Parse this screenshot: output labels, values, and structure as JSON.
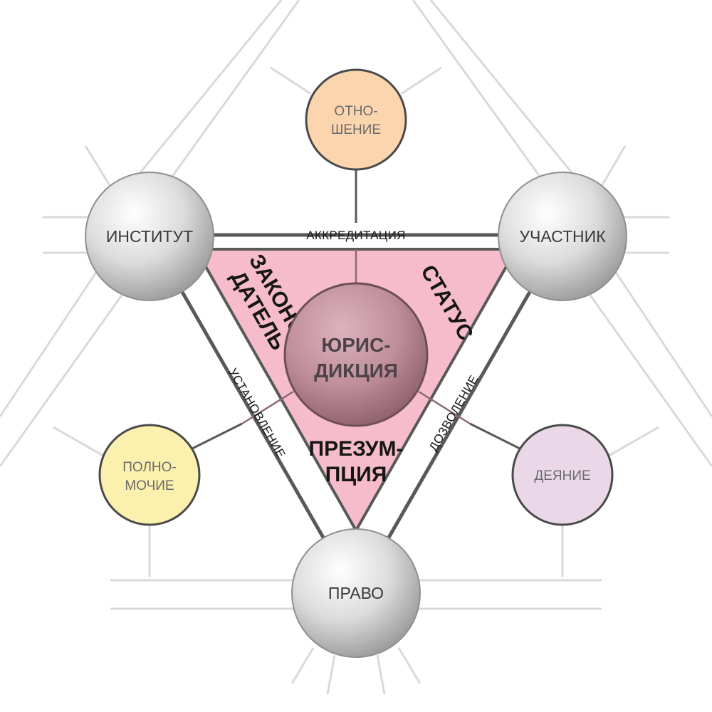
{
  "nodes": {
    "institute": "ИНСТИТУТ",
    "participant": "УЧАСТНИК",
    "law": "ПРАВО",
    "relation": [
      "ОТНО-",
      "ШЕНИЕ"
    ],
    "authority": [
      "ПОЛНО-",
      "МОЧИЕ"
    ],
    "act": "ДЕЯНИЕ",
    "jurisdiction": [
      "ЮРИС-",
      "ДИКЦИЯ"
    ]
  },
  "bands": {
    "top": "АККРЕДИТАЦИЯ",
    "left": "УСТАНОВЛЕНИЕ",
    "right": "ДОЗВОЛЕНИЕ"
  },
  "zones": {
    "left": [
      "ЗАКОНО-",
      "ДАТЕЛЬ"
    ],
    "right": "СТАТУС",
    "bottom": [
      "ПРЕЗУМ-",
      "ПЦИЯ"
    ]
  },
  "colors": {
    "triangle_fill": "#f6bccb",
    "center_sphere": "#b98794",
    "relation_fill": "#fbd5ae",
    "authority_fill": "#fbf0ad",
    "act_fill": "#ead8e9",
    "gray_sphere": "#cfcfcf",
    "line_dark": "#555555",
    "line_light": "#d6d6d6"
  }
}
